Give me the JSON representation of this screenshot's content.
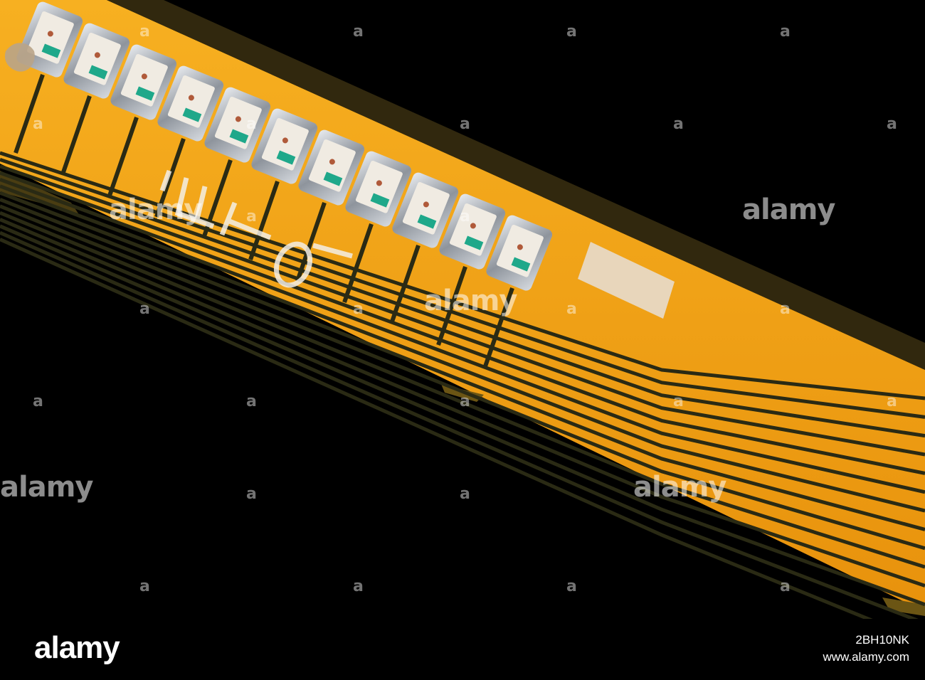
{
  "photo": {
    "subject": "flexible-pcb-led-strip",
    "colors": {
      "background": "#000000",
      "substrate": "#f5a414",
      "trace_gap": "#2a2a14",
      "solder": "#c8ccd2",
      "led_body": "#f0ebe2",
      "led_mark": "#1fa88a"
    },
    "led_count": 11,
    "trace_count": 14
  },
  "watermark": {
    "text": "alamy",
    "mini_text": "a"
  },
  "footer": {
    "logo": "alamy",
    "image_id": "2BH10NK",
    "site": "www.alamy.com"
  }
}
